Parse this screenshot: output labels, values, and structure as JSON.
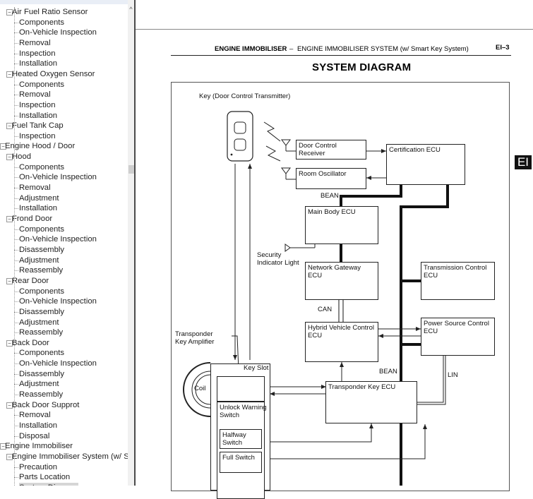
{
  "tree": {
    "top_tabs": [
      "",
      "",
      "",
      "",
      ""
    ],
    "items": [
      {
        "label": "Air Fuel Ratio Sensor",
        "level": 1
      },
      {
        "label": "Components",
        "level": 2
      },
      {
        "label": "On-Vehicle Inspection",
        "level": 2
      },
      {
        "label": "Removal",
        "level": 2
      },
      {
        "label": "Inspection",
        "level": 2
      },
      {
        "label": "Installation",
        "level": 2
      },
      {
        "label": "Heated Oxygen Sensor",
        "level": 1
      },
      {
        "label": "Components",
        "level": 2
      },
      {
        "label": "Removal",
        "level": 2
      },
      {
        "label": "Inspection",
        "level": 2
      },
      {
        "label": "Installation",
        "level": 2
      },
      {
        "label": "Fuel Tank Cap",
        "level": 1
      },
      {
        "label": "Inspection",
        "level": 2
      },
      {
        "label": "Engine Hood / Door",
        "level": 0
      },
      {
        "label": "Hood",
        "level": 1
      },
      {
        "label": "Components",
        "level": 2
      },
      {
        "label": "On-Vehicle Inspection",
        "level": 2
      },
      {
        "label": "Removal",
        "level": 2
      },
      {
        "label": "Adjustment",
        "level": 2
      },
      {
        "label": "Installation",
        "level": 2
      },
      {
        "label": "Frond Door",
        "level": 1
      },
      {
        "label": "Components",
        "level": 2
      },
      {
        "label": "On-Vehicle Inspection",
        "level": 2
      },
      {
        "label": "Disassembly",
        "level": 2
      },
      {
        "label": "Adjustment",
        "level": 2
      },
      {
        "label": "Reassembly",
        "level": 2
      },
      {
        "label": "Rear Door",
        "level": 1
      },
      {
        "label": "Components",
        "level": 2
      },
      {
        "label": "On-Vehicle Inspection",
        "level": 2
      },
      {
        "label": "Disassembly",
        "level": 2
      },
      {
        "label": "Adjustment",
        "level": 2
      },
      {
        "label": "Reassembly",
        "level": 2
      },
      {
        "label": "Back Door",
        "level": 1
      },
      {
        "label": "Components",
        "level": 2
      },
      {
        "label": "On-Vehicle Inspection",
        "level": 2
      },
      {
        "label": "Disassembly",
        "level": 2
      },
      {
        "label": "Adjustment",
        "level": 2
      },
      {
        "label": "Reassembly",
        "level": 2
      },
      {
        "label": "Back Door Supprot",
        "level": 1
      },
      {
        "label": "Removal",
        "level": 2
      },
      {
        "label": "Installation",
        "level": 2
      },
      {
        "label": "Disposal",
        "level": 2
      },
      {
        "label": "Engine Immobiliser",
        "level": 0
      },
      {
        "label": "Engine Immobiliser System (w/ S",
        "level": 1
      },
      {
        "label": "Precaution",
        "level": 2
      },
      {
        "label": "Parts Location",
        "level": 2
      },
      {
        "label": "System Diagram",
        "level": 2,
        "selected": true
      }
    ]
  },
  "doc": {
    "header_section": "ENGINE IMMOBILISER",
    "header_dash": "–",
    "header_subtitle": "ENGINE IMMOBILISER SYSTEM (w/ Smart Key System)",
    "page_number": "EI–3",
    "side_tab": "EI",
    "title": "SYSTEM DIAGRAM"
  },
  "diagram": {
    "key_label": "Key (Door Control Transmitter)",
    "door_control_receiver": "Door Control Receiver",
    "room_oscillator": "Room Oscillator",
    "certification_ecu": "Certification ECU",
    "bean_1": "BEAN",
    "main_body_ecu": "Main Body ECU",
    "security_indicator": "Security\nIndicator Light",
    "network_gateway_ecu": "Network Gateway ECU",
    "transmission_control_ecu": "Transmission Control\nECU",
    "can": "CAN",
    "hybrid_vehicle_control_ecu": "Hybrid Vehicle Control\nECU",
    "power_source_control_ecu": "Power Source Control\nECU",
    "transponder_key_amplifier": "Transponder\nKey Amplifier",
    "key_slot": "Key Slot",
    "coil": "Coil",
    "bean_2": "BEAN",
    "lin": "LIN",
    "transponder_key_ecu": "Transponder Key ECU",
    "unlock_warning_switch": "Unlock Warning\nSwitch",
    "halfway_switch": "Halfway Switch",
    "full_switch": "Full Switch"
  },
  "colors": {
    "sidebar_border": "#4a4a4a",
    "selected_bg": "#d6d6d6",
    "tab_bg": "#111111"
  }
}
